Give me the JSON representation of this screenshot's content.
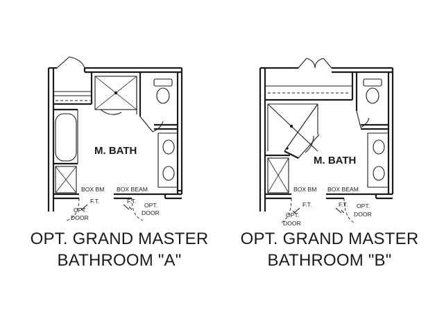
{
  "plans": [
    {
      "room_label": "M. BATH",
      "box_bm_label": "BOX BM",
      "box_beam_label": "BOX BEAM",
      "ft_label_1": "F.T.",
      "ft_label_2": "F.T.",
      "opt_door_1": [
        "OPT.",
        "DOOR"
      ],
      "opt_door_2": [
        "OPT.",
        "DOOR"
      ],
      "caption_line_1": "OPT. GRAND MASTER",
      "caption_line_2": "BATHROOM \"A\""
    },
    {
      "room_label": "M. BATH",
      "box_bm_label": "BOX BM",
      "box_beam_label": "BOX BEAM",
      "ft_label_1": "F.T.",
      "ft_label_2": "F.T.",
      "opt_door_1": [
        "OPT.",
        "DOOR"
      ],
      "opt_door_2": [
        "OPT.",
        "DOOR"
      ],
      "caption_line_1": "OPT. GRAND MASTER",
      "caption_line_2": "BATHROOM \"B\""
    }
  ]
}
